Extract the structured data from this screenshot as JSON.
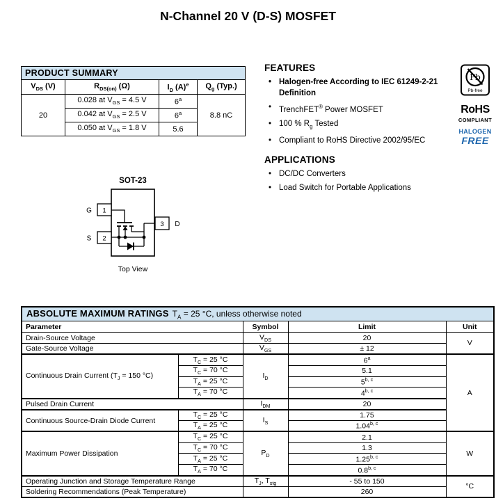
{
  "page": {
    "title": "N-Channel 20 V (D-S) MOSFET"
  },
  "colors": {
    "table_header_bg": "#cfe3f1",
    "halogen_blue": "#1d66ad",
    "text": "#000000"
  },
  "product_summary": {
    "title": "PRODUCT SUMMARY",
    "col_vds": [
      [
        "t",
        "V"
      ],
      [
        "sub",
        "DS"
      ],
      [
        "t",
        " (V)"
      ]
    ],
    "col_rdson": [
      [
        "t",
        "R"
      ],
      [
        "sub",
        "DS(on)"
      ],
      [
        "t",
        " (Ω)"
      ]
    ],
    "col_id": [
      [
        "t",
        "I"
      ],
      [
        "sub",
        "D"
      ],
      [
        "t",
        " (A)"
      ],
      [
        "sup",
        "e"
      ]
    ],
    "col_qg": [
      [
        "t",
        "Q"
      ],
      [
        "sub",
        "g"
      ],
      [
        "t",
        " (Typ.)"
      ]
    ],
    "vds_value": "20",
    "qg_value": "8.8 nC",
    "rows": [
      {
        "rdson": [
          [
            "t",
            "0.028 at V"
          ],
          [
            "sub",
            "GS"
          ],
          [
            "t",
            " = 4.5 V"
          ]
        ],
        "id": [
          [
            "t",
            "6"
          ],
          [
            "sup",
            "a"
          ]
        ]
      },
      {
        "rdson": [
          [
            "t",
            "0.042 at V"
          ],
          [
            "sub",
            "GS"
          ],
          [
            "t",
            " = 2.5 V"
          ]
        ],
        "id": [
          [
            "t",
            "6"
          ],
          [
            "sup",
            "a"
          ]
        ]
      },
      {
        "rdson": [
          [
            "t",
            "0.050 at V"
          ],
          [
            "sub",
            "GS"
          ],
          [
            "t",
            " = 1.8 V"
          ]
        ],
        "id": [
          [
            "t",
            "5.6"
          ]
        ]
      }
    ]
  },
  "features": {
    "title": "FEATURES",
    "items": [
      [
        [
          "t",
          "Halogen-free According to IEC 61249-2-21 Definition"
        ]
      ],
      [
        [
          "t",
          "TrenchFET"
        ],
        [
          "sup",
          "®"
        ],
        [
          "t",
          " Power MOSFET"
        ]
      ],
      [
        [
          "t",
          "100 % R"
        ],
        [
          "sub",
          "g"
        ],
        [
          "t",
          " Tested"
        ]
      ],
      [
        [
          "t",
          "Compliant to RoHS Directive 2002/95/EC"
        ]
      ]
    ]
  },
  "applications": {
    "title": "APPLICATIONS",
    "items": [
      "DC/DC Converters",
      "Load Switch for Portable Applications"
    ]
  },
  "badges": {
    "pb": "Pb",
    "pb_free_label": "Pb-free",
    "rohs": "RoHS",
    "compliant": "COMPLIANT",
    "halogen": "HALOGEN",
    "free": "FREE"
  },
  "package": {
    "name": "SOT-23",
    "view": "Top View",
    "pin1": "1",
    "pin2": "2",
    "pin3": "3",
    "gate": "G",
    "source": "S",
    "drain": "D"
  },
  "abs_max": {
    "title": "ABSOLUTE MAXIMUM RATINGS",
    "note": [
      [
        "t",
        "T"
      ],
      [
        "sub",
        "A"
      ],
      [
        "t",
        " = 25 °C, unless otherwise noted"
      ]
    ],
    "col_parameter": "Parameter",
    "col_symbol": "Symbol",
    "col_limit": "Limit",
    "col_unit": "Unit",
    "unit_v": "V",
    "unit_a": "A",
    "unit_w": "W",
    "unit_c": "°C",
    "vds": {
      "param": "Drain-Source Voltage",
      "symbol": [
        [
          "t",
          "V"
        ],
        [
          "sub",
          "DS"
        ]
      ],
      "limit": "20"
    },
    "vgs": {
      "param": "Gate-Source Voltage",
      "symbol": [
        [
          "t",
          "V"
        ],
        [
          "sub",
          "GS"
        ]
      ],
      "limit": "± 12"
    },
    "id": {
      "param": [
        [
          "t",
          "Continuous Drain Current (T"
        ],
        [
          "sub",
          "J"
        ],
        [
          "t",
          " = 150 °C)"
        ]
      ],
      "symbol": [
        [
          "t",
          "I"
        ],
        [
          "sub",
          "D"
        ]
      ],
      "rows": [
        {
          "cond": [
            [
              "t",
              "T"
            ],
            [
              "sub",
              "C"
            ],
            [
              "t",
              " = 25 °C"
            ]
          ],
          "limit": [
            [
              "t",
              "6"
            ],
            [
              "sup",
              "a"
            ]
          ]
        },
        {
          "cond": [
            [
              "t",
              "T"
            ],
            [
              "sub",
              "C"
            ],
            [
              "t",
              " = 70 °C"
            ]
          ],
          "limit": [
            [
              "t",
              "5.1"
            ]
          ]
        },
        {
          "cond": [
            [
              "t",
              "T"
            ],
            [
              "sub",
              "A"
            ],
            [
              "t",
              " = 25 °C"
            ]
          ],
          "limit": [
            [
              "t",
              "5"
            ],
            [
              "sup",
              "b, c"
            ]
          ]
        },
        {
          "cond": [
            [
              "t",
              "T"
            ],
            [
              "sub",
              "A"
            ],
            [
              "t",
              " = 70 °C"
            ]
          ],
          "limit": [
            [
              "t",
              "4"
            ],
            [
              "sup",
              "b, c"
            ]
          ]
        }
      ]
    },
    "idm": {
      "param": "Pulsed Drain Current",
      "symbol": [
        [
          "t",
          "I"
        ],
        [
          "sub",
          "DM"
        ]
      ],
      "limit": "20"
    },
    "is": {
      "param": "Continuous Source-Drain Diode Current",
      "symbol": [
        [
          "t",
          "I"
        ],
        [
          "sub",
          "S"
        ]
      ],
      "rows": [
        {
          "cond": [
            [
              "t",
              "T"
            ],
            [
              "sub",
              "C"
            ],
            [
              "t",
              " = 25 °C"
            ]
          ],
          "limit": [
            [
              "t",
              "1.75"
            ]
          ]
        },
        {
          "cond": [
            [
              "t",
              "T"
            ],
            [
              "sub",
              "A"
            ],
            [
              "t",
              " = 25 °C"
            ]
          ],
          "limit": [
            [
              "t",
              "1.04"
            ],
            [
              "sup",
              "b, c"
            ]
          ]
        }
      ]
    },
    "pd": {
      "param": "Maximum Power Dissipation",
      "symbol": [
        [
          "t",
          "P"
        ],
        [
          "sub",
          "D"
        ]
      ],
      "rows": [
        {
          "cond": [
            [
              "t",
              "T"
            ],
            [
              "sub",
              "C"
            ],
            [
              "t",
              " = 25 °C"
            ]
          ],
          "limit": [
            [
              "t",
              "2.1"
            ]
          ]
        },
        {
          "cond": [
            [
              "t",
              "T"
            ],
            [
              "sub",
              "C"
            ],
            [
              "t",
              " = 70 °C"
            ]
          ],
          "limit": [
            [
              "t",
              "1.3"
            ]
          ]
        },
        {
          "cond": [
            [
              "t",
              "T"
            ],
            [
              "sub",
              "A"
            ],
            [
              "t",
              " = 25 °C"
            ]
          ],
          "limit": [
            [
              "t",
              "1.25"
            ],
            [
              "sup",
              "b, c"
            ]
          ]
        },
        {
          "cond": [
            [
              "t",
              "T"
            ],
            [
              "sub",
              "A"
            ],
            [
              "t",
              " = 70 °C"
            ]
          ],
          "limit": [
            [
              "t",
              "0.8"
            ],
            [
              "sup",
              "b, c"
            ]
          ]
        }
      ]
    },
    "tj": {
      "param": "Operating Junction and Storage Temperature Range",
      "symbol": [
        [
          "t",
          "T"
        ],
        [
          "sub",
          "J"
        ],
        [
          "t",
          ", T"
        ],
        [
          "sub",
          "stg"
        ]
      ],
      "limit": "- 55 to 150"
    },
    "solder": {
      "param": "Soldering Recommendations (Peak Temperature)",
      "symbol": "",
      "limit": "260"
    }
  }
}
